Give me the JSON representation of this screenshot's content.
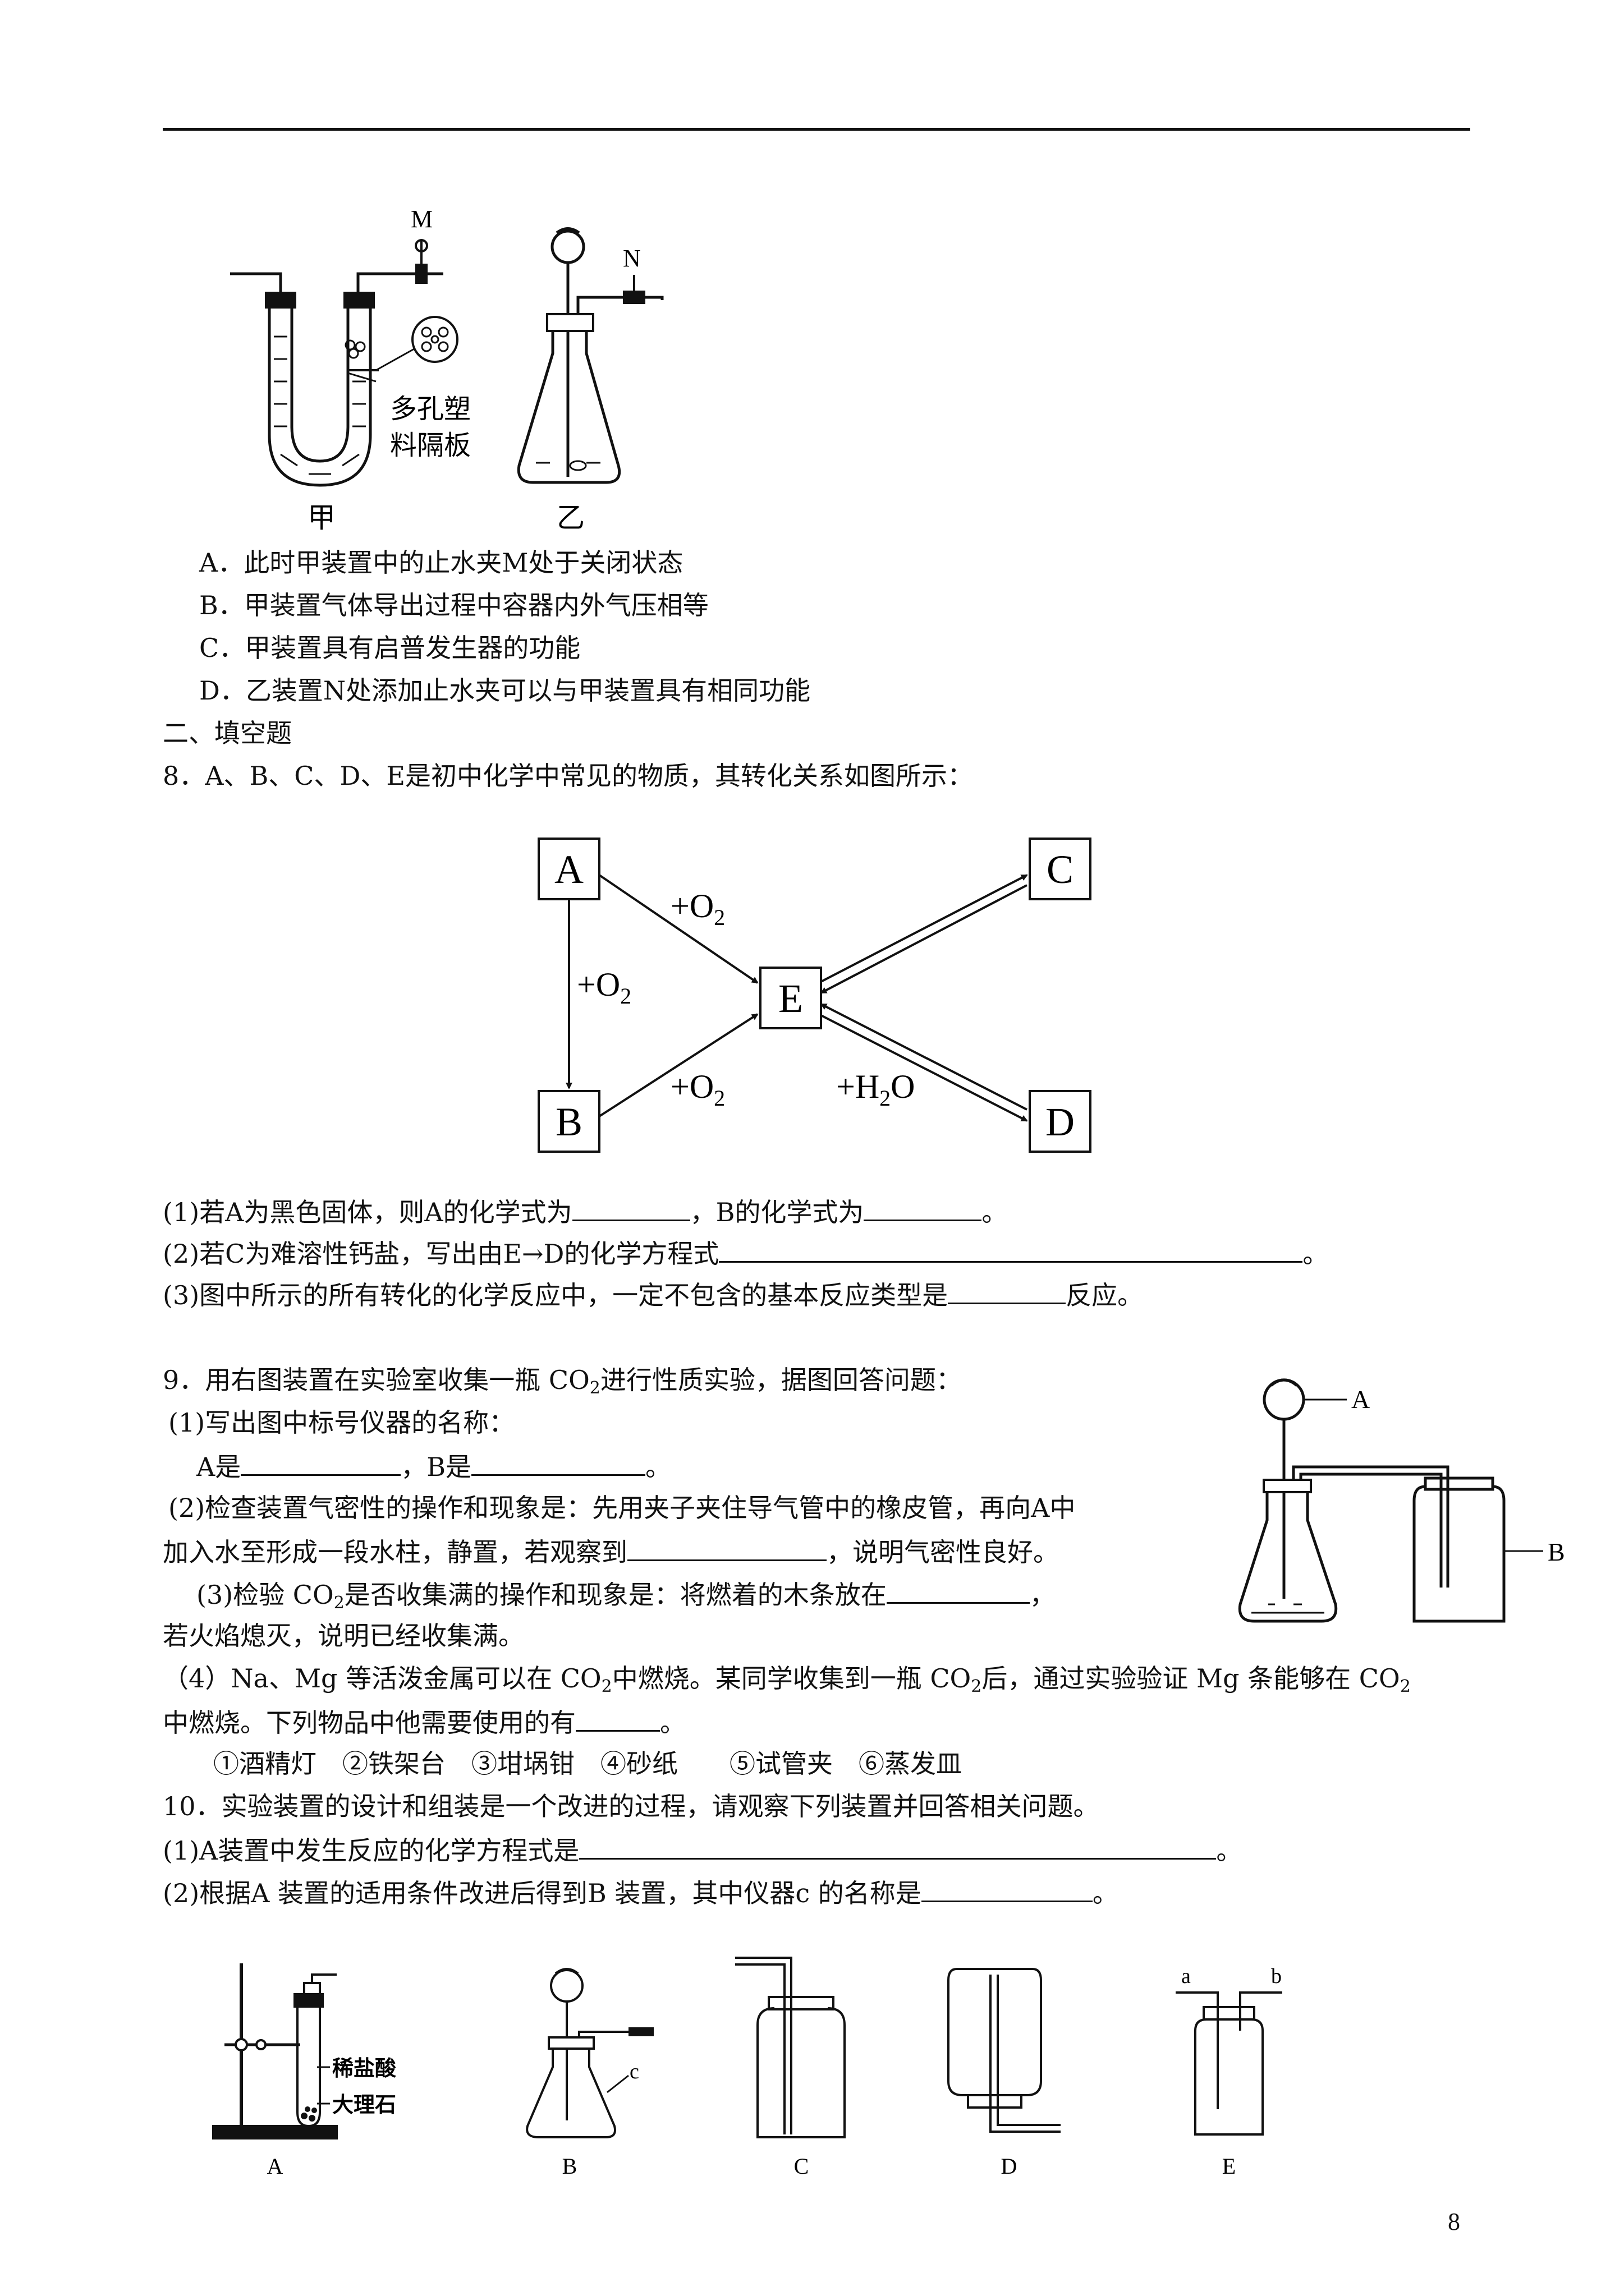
{
  "q7_figure": {
    "label_m": "M",
    "label_n": "N",
    "plate_label_line1": "多孔塑",
    "plate_label_line2": "料隔板",
    "caption_jia": "甲",
    "caption_yi": "乙"
  },
  "q7_options": [
    "A．此时甲装置中的止水夹M处于关闭状态",
    "B．甲装置气体导出过程中容器内外气压相等",
    "C．甲装置具有启普发生器的功能",
    "D．乙装置N处添加止水夹可以与甲装置具有相同功能"
  ],
  "section2_title": "二、填空题",
  "q8": {
    "stem": "8．A、B、C、D、E是初中化学中常见的物质，其转化关系如图所示：",
    "diagram": {
      "nodes": [
        "A",
        "B",
        "C",
        "D",
        "E"
      ],
      "edge_a_e": "+O",
      "edge_a_b": "+O",
      "edge_b_e": "+O",
      "edge_e_d": "+H",
      "o2_sub": "2",
      "h2o_tail": "O"
    },
    "p1_a": "(1)若A为黑色固体，则A的化学式为",
    "p1_b": "，B的化学式为",
    "p1_end": "。",
    "p2_a": "(2)若C为难溶性钙盐，写出由E→D的化学方程式",
    "p2_end": "。",
    "p3_a": "(3)图中所示的所有转化的化学反应中，一定不包含的基本反应类型是",
    "p3_end": "反应。"
  },
  "q9": {
    "stem_a": "9．用右图装置在实验室收集一瓶 CO",
    "stem_sub": "2",
    "stem_b": "进行性质实验，据图回答问题：",
    "p1": "(1)写出图中标号仪器的名称：",
    "p1_a": "A是",
    "p1_b": "，B是",
    "p1_end": "。",
    "p2_a": "(2)检查装置气密性的操作和现象是：先用夹子夹住导气管中的橡皮管，再向A中",
    "p2_b": "加入水至形成一段水柱，静置，若观察到",
    "p2_end": "，说明气密性良好。",
    "p3_a": "(3)检验 CO",
    "p3_sub": "2",
    "p3_b": "是否收集满的操作和现象是：将燃着的木条放在",
    "p3_end": "，",
    "p3_c": "若火焰熄灭，说明已经收集满。",
    "p4_a": "（4）Na、Mg 等活泼金属可以在 CO",
    "p4_sub1": "2",
    "p4_b": "中燃烧。某同学收集到一瓶 CO",
    "p4_sub2": "2",
    "p4_c": "后，通过实验验证 Mg 条能够在 CO",
    "p4_sub3": "2",
    "p4_d": "中燃烧。下列物品中他需要使用的有",
    "p4_end": "。",
    "items": "①酒精灯　②铁架台　③坩埚钳　④砂纸　　⑤试管夹　⑥蒸发皿",
    "fig_label_a": "A",
    "fig_label_b": "B"
  },
  "q10": {
    "stem": "10．实验装置的设计和组装是一个改进的过程，请观察下列装置并回答相关问题。",
    "p1_a": "(1)A装置中发生反应的化学方程式是",
    "p1_end": "。",
    "p2_a": "(2)根据A 装置的适用条件改进后得到B 装置，其中仪器c 的名称是",
    "p2_end": "。",
    "fig": {
      "acid": "稀盐酸",
      "marble": "大理石",
      "label_c": "c",
      "label_a": "a",
      "label_b": "b",
      "captions": [
        "A",
        "B",
        "C",
        "D",
        "E"
      ]
    }
  },
  "page_number": "8"
}
